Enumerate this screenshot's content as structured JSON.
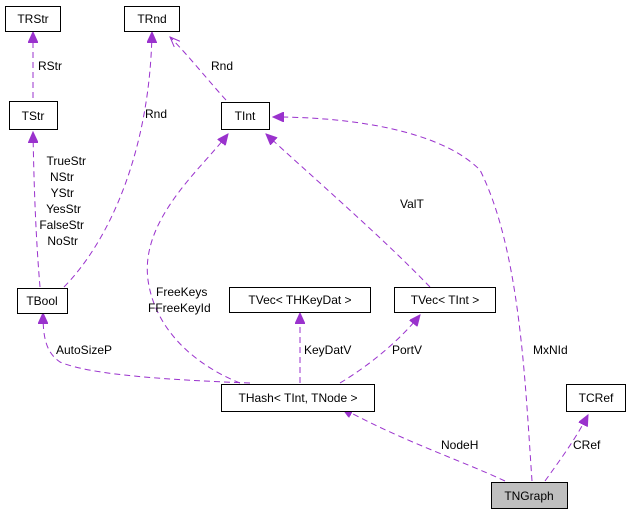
{
  "colors": {
    "edge": "#9a32cd",
    "focus_fill": "#bfbfbf",
    "box_stroke": "#000000"
  },
  "nodes": {
    "trstr": "TRStr",
    "trnd": "TRnd",
    "tstr": "TStr",
    "tint": "TInt",
    "tbool": "TBool",
    "tvec_thkeydat": "TVec< THKeyDat >",
    "tvec_tint": "TVec< TInt >",
    "thash": "THash< TInt, TNode >",
    "tcref": "TCRef",
    "tngraph": "TNGraph"
  },
  "edge_labels": {
    "rstr": "RStr",
    "rnd_tbool": "Rnd",
    "rnd_tint": "Rnd",
    "tbool_strs": [
      "TrueStr",
      "NStr",
      "YStr",
      "YesStr",
      "FalseStr",
      "NoStr"
    ],
    "valt": "ValT",
    "free_keys": [
      "FreeKeys",
      "FFreeKeyId"
    ],
    "auto_size_p": "AutoSizeP",
    "key_dat_v": "KeyDatV",
    "port_v": "PortV",
    "mx_nid": "MxNId",
    "node_h": "NodeH",
    "cref": "CRef"
  }
}
